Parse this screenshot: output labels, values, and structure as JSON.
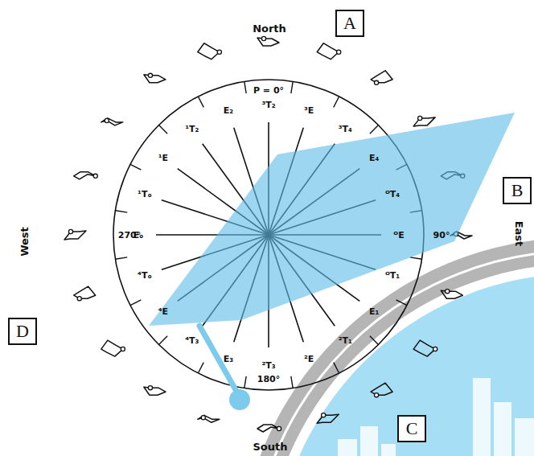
{
  "diagram": {
    "nodes": [
      {
        "text": [
          "A"
        ]
      },
      {
        "text": [
          "B"
        ]
      },
      {
        "text": [
          "C"
        ]
      },
      {
        "text": [
          "D"
        ]
      }
    ],
    "labels": [
      "North",
      "P = 0°",
      "³T₂",
      "³E",
      "³T₄",
      "E₄",
      "ᴼT₄",
      "ᴼE",
      "ᴼT₁",
      "E₁",
      "²T₁",
      "²E",
      "²T₃",
      "E₃",
      "⁴T₃",
      "⁴E",
      "⁴Tₒ",
      "Eₒ",
      "¹Tₒ",
      "¹E",
      "¹T₂",
      "E₂",
      "90°",
      "East",
      "180°",
      "South",
      "270°",
      "West"
    ]
  }
}
